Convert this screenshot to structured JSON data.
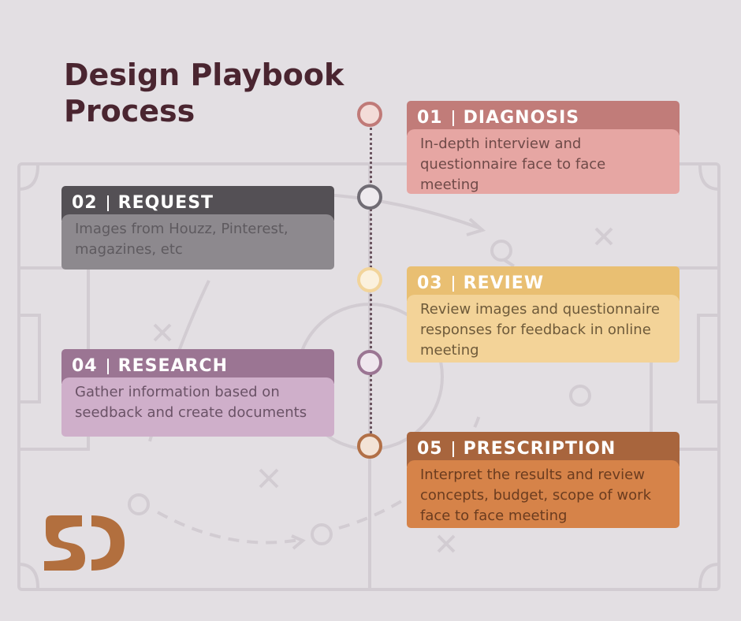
{
  "title": {
    "line1": "Design Playbook",
    "line2": "Process"
  },
  "steps": [
    {
      "num": "01",
      "label": "DIAGNOSIS",
      "desc": "In-depth interview and questionnaire face to face meeting",
      "head_color": "#c17c79",
      "body_color": "#e6a6a3",
      "text_color": "#6f4a48",
      "node_border": "#c07a78",
      "node_fill": "#f3dcd8"
    },
    {
      "num": "02",
      "label": "REQUEST",
      "desc": "Images from Houzz, Pinterest, magazines, etc",
      "head_color": "#545055",
      "body_color": "#8d898e",
      "text_color": "#5e5a5f",
      "node_border": "#706c74",
      "node_fill": "#eeeaee"
    },
    {
      "num": "03",
      "label": "REVIEW",
      "desc": "Review images and questionnaire responses for feedback in online meeting",
      "head_color": "#e9bf72",
      "body_color": "#f3d398",
      "text_color": "#6e5a3a",
      "node_border": "#f2d49a",
      "node_fill": "#fbf1dd"
    },
    {
      "num": "04",
      "label": "RESEARCH",
      "desc": "Gather information based on seedback and create documents",
      "head_color": "#9b7593",
      "body_color": "#cfafca",
      "text_color": "#6a5266",
      "node_border": "#9b7593",
      "node_fill": "#efe6ee"
    },
    {
      "num": "05",
      "label": "PRESCRIPTION",
      "desc": "Interpret the results and review concepts, budget, scope of work face to face meeting",
      "head_color": "#a8653d",
      "body_color": "#d68349",
      "text_color": "#6b3c1f",
      "node_border": "#b27047",
      "node_fill": "#f3e3d6"
    }
  ],
  "colors": {
    "background": "#e3dfe3",
    "title": "#4a2530",
    "logo": "#b26f3e"
  }
}
